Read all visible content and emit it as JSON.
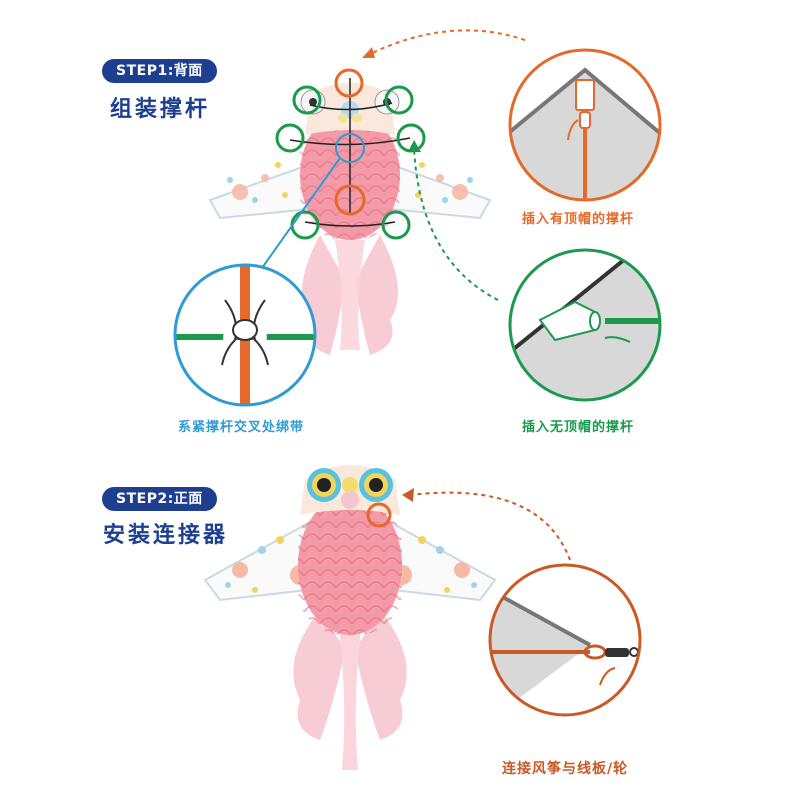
{
  "step1": {
    "badge": "STEP1:背面",
    "title": "组装撑杆",
    "captions": {
      "tie": "系紧撑杆交叉处绑带",
      "capped": "插入有顶帽的撑杆",
      "uncapped": "插入无顶帽的撑杆"
    }
  },
  "step2": {
    "badge": "STEP2:正面",
    "title": "安装连接器",
    "captions": {
      "connect": "连接风筝与线板/轮"
    }
  },
  "colors": {
    "navy": "#1e3f8f",
    "orange": "#e36a2a",
    "green": "#1a9a4a",
    "blue": "#2f9bd3",
    "pink": "#f08a9a"
  }
}
